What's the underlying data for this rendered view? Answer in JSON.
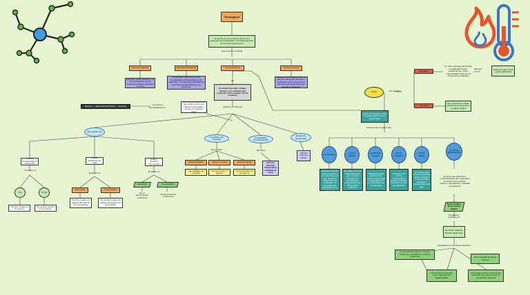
{
  "diagram": {
    "title": "Termopares",
    "nodes": {
      "intro": "El estudio de los principios físicos que gobiernan las propiedades y el comportamiento de los sistemas químicos",
      "link_se_divide": "Que a su vez se divide",
      "quimica_cuantica": "Química Cuántica",
      "mecanica_estadistica": "Mecánica Estadística",
      "termodinamica": "Termodinámica",
      "cinetica_quimica": "Cinética Química",
      "qc_desc": "Describe modelo atómico y el comportamiento de los electrones usando funciones de onda",
      "me_desc": "Explica las conexiones de las propiedades microscópicas de las moléculas, con base la probabilidad de presencia de partículas que las componen",
      "ck_desc": "Estudia la velocidad a la que se dan las reacciones químicas y los factores que la determinan, así como los mecanismos por las que se producen",
      "link_es": "Es",
      "term_desc": "El estudio del calor, trabajo, energía, y los cambios que producen en los estados de los sistemas",
      "link_que_es": "¿Qué es un sistema?",
      "sistema_desc": "Es una parte específica del universo en la que estamos interesados y puede ser cualquier objeto",
      "link_sistema": "Un sistema termodinámico es",
      "frontera": "Sistema ↔ alrededores/Frontera ↔ Universo",
      "q_pueden_ser": "Que pueden ser",
      "abierto": "Abierto: Frontera libre al Intercambio",
      "cerrado": "Cerrado: Interaccion de masa",
      "aislado": "Aislado: Frontera impermeable",
      "link_se_basan": "Se basan en",
      "fija": "Fija",
      "no_fija": "No fija",
      "fija_desc": "Permite cambio en el volumen",
      "nofija_desc": "No permite cambio en el volumen",
      "permeable": "Permeable",
      "impermeable": "Impermeable",
      "perm_desc": "Permite el paso de materia del sistema por sus paredes",
      "imperm_desc": "No permite el paso de materia del sistema por sus paredes",
      "adiabatica": "Adiabática",
      "no_adiabatica": "No adiabática",
      "adiab_desc": "No es térmicamente conductora",
      "noadiab_desc": "Es térmicamente conductora",
      "se_aplicas": "Se aplica a los sistemas",
      "link_estudian": "Se estudian",
      "sis_aislado": "Sistema aislado",
      "sis_cerrado": "Sistema cerrado",
      "sis_abierto": "Sistema abierto",
      "sa_desc": "Las Variables de entrada",
      "sc_desc": "El entorno de un sistema",
      "sab_desc": "La temperatura de un sistema",
      "propiedades": "Propiedades termodinámicas",
      "link_ejemplos": "Ejemplos",
      "props_list": "Presión Volumen Temperatura Cantidad de masa",
      "estado": "Estado de temperatura",
      "estado_desc": "Cambio Colmena Ajuste",
      "gases": "Gases",
      "link_tambien": "Son también",
      "gas_real": "Gas Real",
      "gas_ideal": "Gas Ideal",
      "gasreal_desc": "Un tercer gas que caracteriza la capacidad media, masa/volumen, sobre ningún/grados fuera por la fuerza entre moléculas",
      "link_ejemplo": "Ejemplo",
      "ejemplo_desc": "Gases de vapor, CO2 y gases distintivos",
      "gasideal_desc": "Que comprende cuando estructura se aproxima a los gases reales",
      "leyes_head": "Leyes de los gases, tanto en gases ideal como en gases reales",
      "link_leyes": "Las leyes de los gases son",
      "ley_boyle": "Ley de Boyle",
      "ley_charles": "Ley de Charles",
      "ley_gay": "Ley de Gay Lussac",
      "ley_avogadro": "Ley de Avogadro",
      "ley_dalton": "Ley de Dalton",
      "ley_ideal": "Ley de los gases ideales",
      "boyle_desc": "Establece que la relación existente entre la presión y el volumen de un gas, cuando la temperatura es constante, es inversamente proporcional a la presión sobre el",
      "charles_desc": "El volumen de una masa definida de gas a presión constante es directamente proporcional a la temperatura absoluta",
      "gay_desc": "Establece que la presión de un volumen fijo de gas es directamente proporcional a su temperatura",
      "avogadro_desc": "En gases a la misma temperatura y presión contienen el mismo número de moléculas",
      "dalton_desc": "La presión total de una mezcla de gases es igual a la suma de las presiones parciales de cada gas",
      "ideal_desc": "Es la ley que describe el comportamiento de un gas ideal en función de la presión, volumen, temperatura y cantidad de sustancia",
      "teoria": "Teoría Cinética de los Gases Ideales",
      "link_postulado": "Postulado y ampliado por",
      "bernoulli": "Bernoulli, Clausius, Maxwell, Boltzmann",
      "link_postulados": "Postulados por sucesivos científicos",
      "post_1": "Un gas está formado por un gran número de moléculas en continuo movimiento",
      "post_2": "Las moléculas no tienen volumen",
      "post_3": "Las fuerzas de atracción entre moléculas son despreciables",
      "post_4": "La energía cinética media de las moléculas es proporcional a la temperatura absoluta"
    }
  },
  "icons": {
    "molecule": "molecule-network-icon",
    "fire_thermometer": "fire-thermometer-icon"
  },
  "colors": {
    "background": "#e6f4d2",
    "title_box": "#f2a65a",
    "line": "#444444",
    "flame": "#e4572e",
    "thermo": "#3b74c8"
  }
}
